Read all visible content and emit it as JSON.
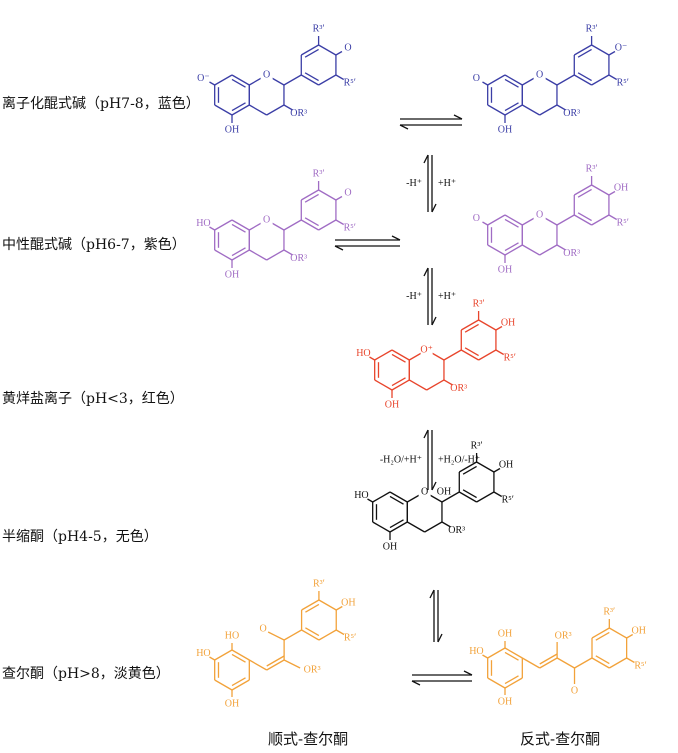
{
  "colors": {
    "blue": "#3b3ea6",
    "purple": "#a06cc4",
    "red": "#e8452c",
    "black": "#111111",
    "orange": "#f2a23a"
  },
  "row_labels": [
    "离子化醌式碱（pH7-8，蓝色）",
    "中性醌式碱（pH6-7，紫色）",
    "黄烊盐离子（pH<3，红色）",
    "半缩酮（pH4-5，无色）",
    "查尔酮（pH>8，淡黄色）"
  ],
  "captions": {
    "cis": "顺式-查尔酮",
    "trans": "反式-查尔酮"
  },
  "arrows": {
    "a1_left": "-H⁺",
    "a1_right": "+H⁺",
    "a2_left": "-H⁺",
    "a2_right": "+H⁺",
    "a3_left": "-H₂O/+H⁺",
    "a3_right": "+H₂O/-H⁺"
  },
  "structures": [
    {
      "id": "blue_left",
      "color": "blue",
      "labels": {
        "a7": "O⁻",
        "a5": "OH",
        "o1": "O",
        "or3": "OR³",
        "r3": "R³′",
        "r5": "R⁵′",
        "b4": "O"
      }
    },
    {
      "id": "blue_right",
      "color": "blue",
      "labels": {
        "a7": "O",
        "a5": "OH",
        "o1": "O",
        "or3": "OR³",
        "r3": "R³′",
        "r5": "R⁵′",
        "b4": "O⁻"
      }
    },
    {
      "id": "purple_left",
      "color": "purple",
      "labels": {
        "a7": "HO",
        "a5": "OH",
        "o1": "O",
        "or3": "OR³",
        "r3": "R³′",
        "r5": "R⁵′",
        "b4": "O"
      }
    },
    {
      "id": "purple_right",
      "color": "purple",
      "labels": {
        "a7": "O",
        "a5": "OH",
        "o1": "O",
        "or3": "OR³",
        "r3": "R³′",
        "r5": "R⁵′",
        "b4": "OH"
      }
    },
    {
      "id": "red",
      "color": "red",
      "labels": {
        "a7": "HO",
        "a5": "OH",
        "o1": "O⁺",
        "or3": "OR³",
        "r3": "R³′",
        "r5": "R⁵′",
        "b4": "OH"
      }
    },
    {
      "id": "black",
      "color": "black",
      "labels": {
        "a7": "HO",
        "a5": "OH",
        "o1": "O",
        "c2oh": "OH",
        "or3": "OR³",
        "r3": "R³′",
        "r5": "R⁵′",
        "b4": "OH"
      }
    },
    {
      "id": "cis_chalcone",
      "color": "orange",
      "labels": {
        "a7": "HO",
        "a2": "HO",
        "a6": "OH",
        "co": "O",
        "or3": "OR³",
        "r3": "R³′",
        "r5": "R⁵′",
        "b4": "OH"
      }
    },
    {
      "id": "trans_chalcone",
      "color": "orange",
      "labels": {
        "a7": "HO",
        "a2": "OH",
        "a6": "OH",
        "co": "O",
        "or3": "OR³",
        "r3": "R³′",
        "r5": "R⁵′",
        "b4": "OH"
      }
    }
  ]
}
